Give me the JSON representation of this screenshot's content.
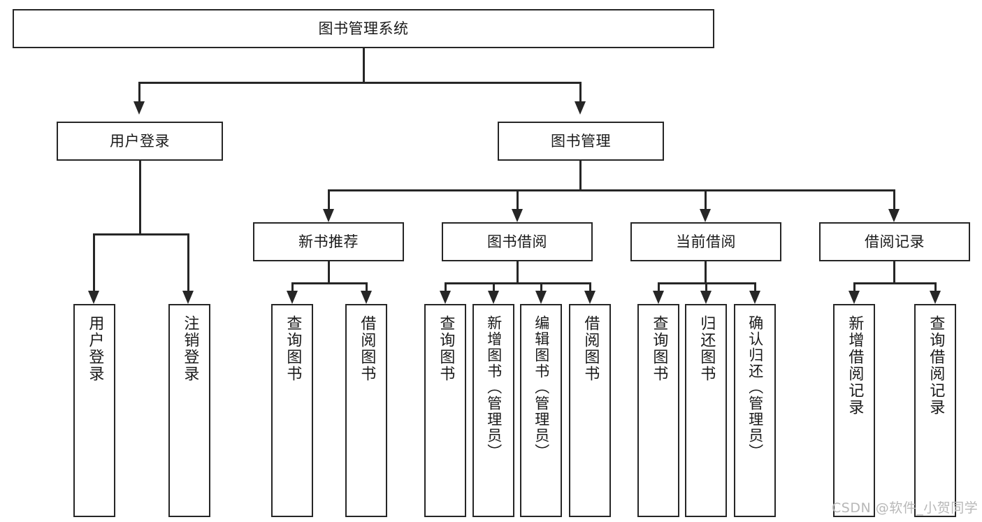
{
  "diagram": {
    "type": "tree-hierarchy-chart",
    "title": "图书管理系统",
    "colors": {
      "stroke": "#262626",
      "fill": "#ffffff",
      "text": "#1a1a1a",
      "watermark": "#b8b8b8"
    },
    "levels": {
      "root": {
        "label": "图书管理系统"
      },
      "level2": [
        {
          "label": "用户登录"
        },
        {
          "label": "图书管理"
        }
      ],
      "level3": [
        {
          "label": "新书推荐"
        },
        {
          "label": "图书借阅"
        },
        {
          "label": "当前借阅"
        },
        {
          "label": "借阅记录"
        }
      ],
      "leaves": {
        "user_login": [
          {
            "label": "用户登录"
          },
          {
            "label": "注销登录"
          }
        ],
        "new_book_recommend": [
          {
            "label": "查询图书"
          },
          {
            "label": "借阅图书"
          }
        ],
        "book_borrow": [
          {
            "label": "查询图书"
          },
          {
            "label": "新增图书（管理员）"
          },
          {
            "label": "编辑图书（管理员）"
          },
          {
            "label": "借阅图书"
          }
        ],
        "current_borrow": [
          {
            "label": "查询图书"
          },
          {
            "label": "归还图书"
          },
          {
            "label": "确认归还（管理员）"
          }
        ],
        "borrow_record": [
          {
            "label": "新增借阅记录"
          },
          {
            "label": "查询借阅记录"
          }
        ]
      }
    },
    "watermark": "CSDN @软件_小贺同学"
  }
}
